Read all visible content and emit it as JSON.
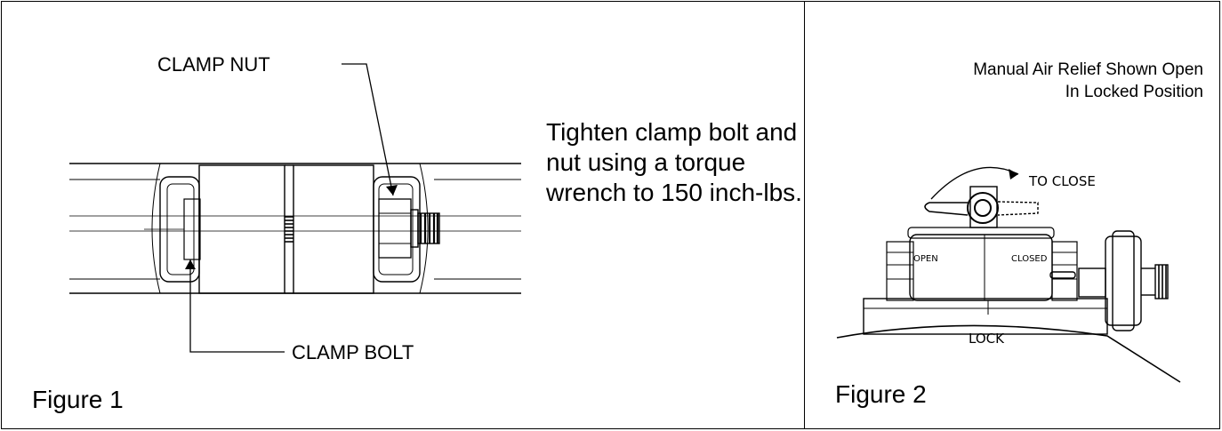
{
  "figure1": {
    "clamp_nut_label": "CLAMP NUT",
    "clamp_bolt_label": "CLAMP BOLT",
    "instruction": "Tighten clamp bolt and nut using a torque wrench to 150 inch-lbs.",
    "figure_label": "Figure 1"
  },
  "figure2": {
    "caption_line1": "Manual Air Relief Shown Open",
    "caption_line2": "In Locked Position",
    "to_close_label": "TO CLOSE",
    "open_label": "OPEN",
    "closed_label": "CLOSED",
    "lock_label": "LOCK",
    "figure_label": "Figure 2"
  }
}
